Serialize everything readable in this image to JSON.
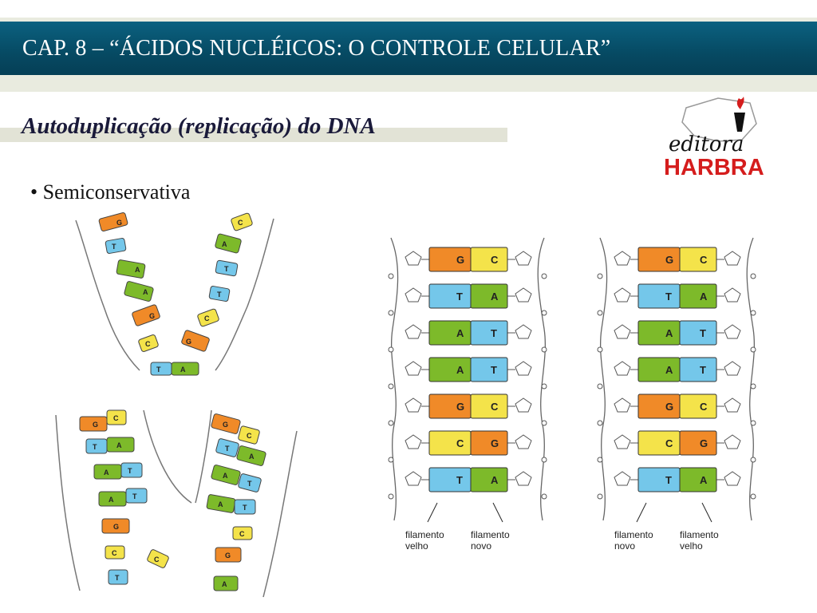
{
  "header": {
    "title": "CAP. 8 – “ÁCIDOS NUCLÉICOS: O CONTROLE CELULAR”"
  },
  "subtitle": "Autoduplicação (replicação) do DNA",
  "bullet": "• Semiconservativa",
  "logo": {
    "script_text": "editora",
    "brand_text": "HARBRA",
    "brand_color": "#d51d1d"
  },
  "colors": {
    "G": "#f08a28",
    "C": "#f4e34a",
    "T": "#74c7ea",
    "A": "#7dba2a"
  },
  "diagram_left": {
    "pairs": [
      {
        "left": "T",
        "right": "A"
      },
      {
        "left": "A",
        "right": "T"
      },
      {
        "left": "A",
        "right": "T"
      },
      {
        "left": "G",
        "right": "C"
      },
      {
        "left": "C",
        "right": "G"
      },
      {
        "left": "T",
        "right": "A"
      }
    ],
    "top_pair": {
      "left": "G",
      "right": "C"
    },
    "label_left": [
      "filamento",
      "velho"
    ],
    "label_right": [
      "filamento",
      "novo"
    ]
  },
  "diagram_right": {
    "label_left": [
      "filamento",
      "novo"
    ],
    "label_right": [
      "filamento",
      "velho"
    ]
  },
  "unzip_top": {
    "left_bases": [
      "G",
      "T",
      "A",
      "A",
      "G",
      "C",
      "T"
    ],
    "right_bases": [
      "C",
      "A",
      "T",
      "T",
      "C",
      "G",
      "A"
    ]
  }
}
